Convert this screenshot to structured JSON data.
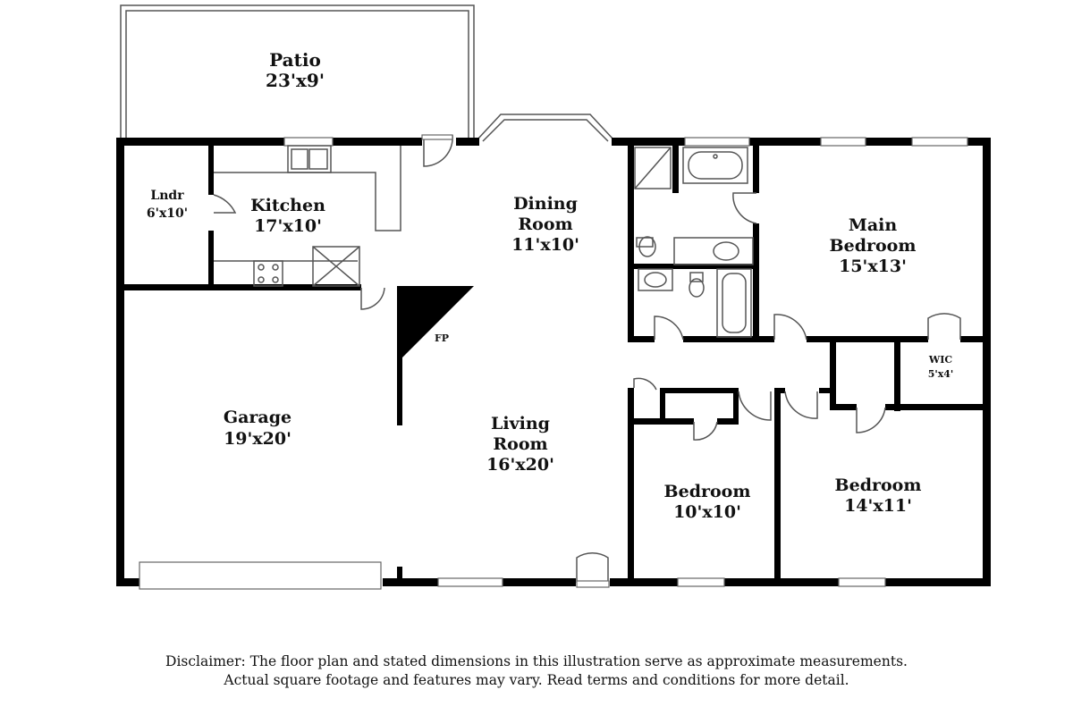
{
  "rooms": {
    "patio": {
      "name": "Patio",
      "dims": "23'x9'"
    },
    "laundry": {
      "name": "Lndr",
      "dims": "6'x10'"
    },
    "kitchen": {
      "name": "Kitchen",
      "dims": "17'x10'"
    },
    "dining": {
      "name_line1": "Dining",
      "name_line2": "Room",
      "dims": "11'x10'"
    },
    "main_bedroom": {
      "name_line1": "Main",
      "name_line2": "Bedroom",
      "dims": "15'x13'"
    },
    "fireplace": {
      "name": "FP"
    },
    "wic": {
      "name": "WIC",
      "dims": "5'x4'"
    },
    "garage": {
      "name": "Garage",
      "dims": "19'x20'"
    },
    "living": {
      "name_line1": "Living",
      "name_line2": "Room",
      "dims": "16'x20'"
    },
    "bedroom_2": {
      "name": "Bedroom",
      "dims": "10'x10'"
    },
    "bedroom_3": {
      "name": "Bedroom",
      "dims": "14'x11'"
    }
  },
  "disclaimer": {
    "line1": "Disclaimer: The floor plan and stated dimensions in this illustration serve as approximate measurements.",
    "line2": "Actual square footage and features may vary. Read terms and conditions for more detail."
  }
}
